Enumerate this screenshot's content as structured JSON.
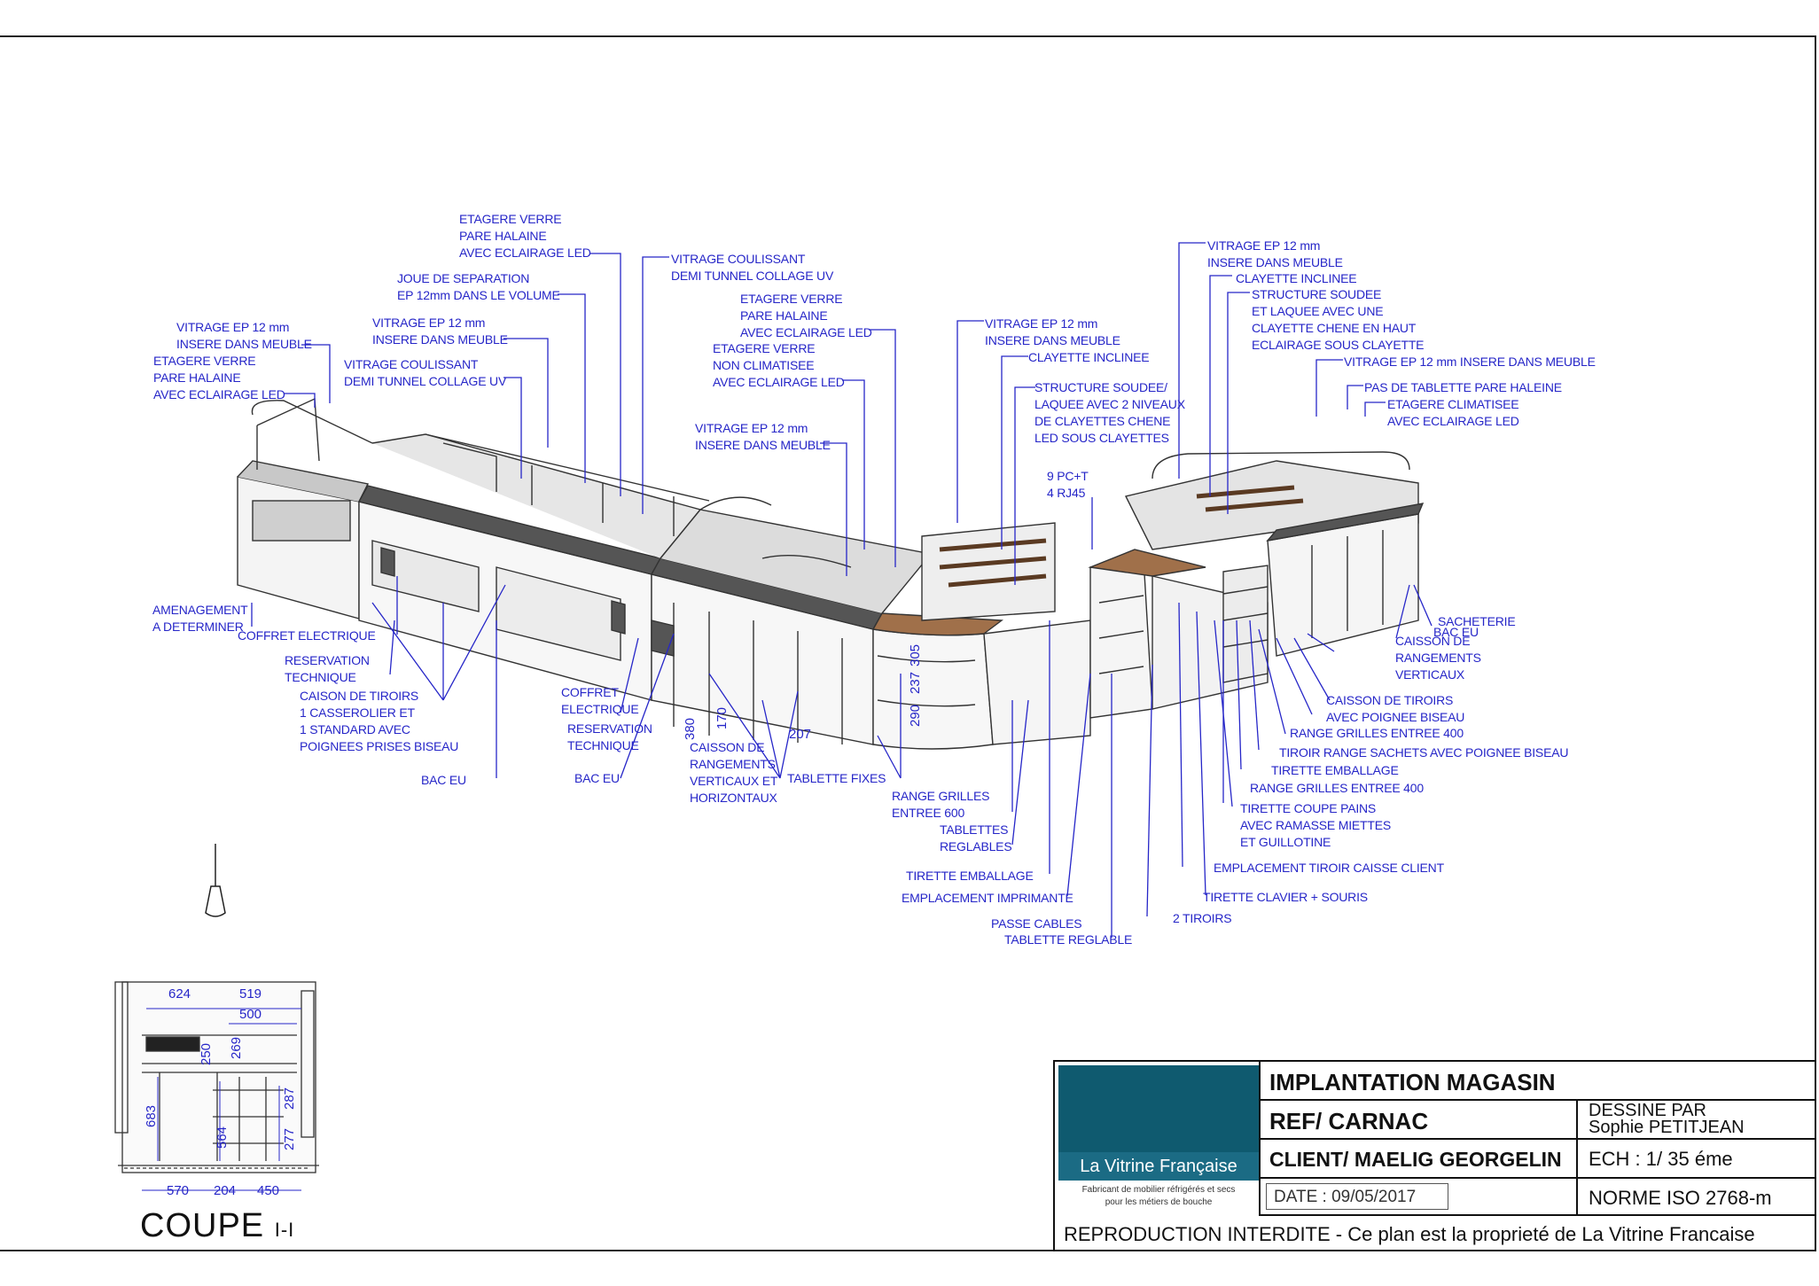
{
  "labels": {
    "l1": "VITRAGE EP 12 mm\nINSERE DANS MEUBLE",
    "l2": "ETAGERE VERRE\nPARE HALAINE\nAVEC ECLAIRAGE LED",
    "l3": "ETAGERE VERRE\nPARE HALAINE\nAVEC ECLAIRAGE LED",
    "l4": "JOUE DE SEPARATION\nEP 12mm DANS LE VOLUME",
    "l5": "VITRAGE EP 12 mm\nINSERE DANS MEUBLE",
    "l6": "VITRAGE COULISSANT\nDEMI TUNNEL COLLAGE UV",
    "l7": "VITRAGE COULISSANT\nDEMI TUNNEL COLLAGE UV",
    "l8": "ETAGERE VERRE\nPARE HALAINE\nAVEC ECLAIRAGE LED",
    "l9": "ETAGERE VERRE\nNON CLIMATISEE\nAVEC ECLAIRAGE LED",
    "l10": "VITRAGE EP 12 mm\nINSERE DANS MEUBLE",
    "l11": "VITRAGE EP 12 mm\nINSERE DANS MEUBLE",
    "l12": "CLAYETTE INCLINEE",
    "l13": "STRUCTURE SOUDEE/\nLAQUEE AVEC 2 NIVEAUX\nDE CLAYETTES CHENE\nLED SOUS CLAYETTES",
    "l14": "9 PC+T\n4 RJ45",
    "l15": "VITRAGE EP 12 mm\nINSERE DANS MEUBLE",
    "l16": "CLAYETTE INCLINEE",
    "l17": "STRUCTURE SOUDEE\nET LAQUEE AVEC UNE\nCLAYETTE CHENE EN HAUT\nECLAIRAGE SOUS CLAYETTE",
    "l18": "VITRAGE EP 12 mm INSERE DANS MEUBLE",
    "l19": "PAS DE TABLETTE PARE HALEINE",
    "l20": "ETAGERE CLIMATISEE\nAVEC ECLAIRAGE LED",
    "l21": "AMENAGEMENT\nA DETERMINER",
    "l22": "COFFRET ELECTRIQUE",
    "l23": "RESERVATION\nTECHNIQUE",
    "l24": "CAISON DE TIROIRS\n1 CASSEROLIER ET\n1 STANDARD AVEC\nPOIGNEES PRISES BISEAU",
    "l25": "BAC EU",
    "l26": "COFFRET\nELECTRIQUE",
    "l27": "RESERVATION\nTECHNIQUE",
    "l28": "BAC EU",
    "l29": "CAISSON DE\nRANGEMENTS\nVERTICAUX ET\nHORIZONTAUX",
    "l30": "TABLETTE FIXES",
    "l31": "RANGE GRILLES\nENTREE 600",
    "l32": "TABLETTES\nREGLABLES",
    "l33": "TIRETTE EMBALLAGE",
    "l34": "EMPLACEMENT IMPRIMANTE",
    "l35": "PASSE CABLES",
    "l36": "TABLETTE REGLABLE",
    "l37": "2 TIROIRS",
    "l38": "TIRETTE CLAVIER + SOURIS",
    "l39": "EMPLACEMENT TIROIR CAISSE CLIENT",
    "l40": "TIRETTE COUPE PAINS\nAVEC RAMASSE MIETTES\nET GUILLOTINE",
    "l41": "RANGE GRILLES ENTREE 400",
    "l42": "TIRETTE EMBALLAGE",
    "l43": "TIROIR RANGE SACHETS AVEC POIGNEE BISEAU",
    "l44": "RANGE GRILLES ENTREE 400",
    "l45": "CAISSON DE TIROIRS\nAVEC POIGNEE BISEAU",
    "l46": "SACHETERIE",
    "l47": "BAC EU",
    "l48": "CAISSON DE\nRANGEMENTS\nVERTICAUX"
  },
  "dims": {
    "d380": "380",
    "d170": "170",
    "d207": "207",
    "d305": "305",
    "d237": "237",
    "d290": "290"
  },
  "coupe": {
    "title": "COUPE",
    "suffix": "I-I",
    "d624": "624",
    "d519": "519",
    "d500": "500",
    "d250": "250",
    "d269": "269",
    "d683": "683",
    "d564": "564",
    "d287": "287",
    "d277": "277",
    "d570": "570",
    "d204": "204",
    "d450": "450"
  },
  "titleblock": {
    "logo_band": "La Vitrine Française",
    "logo_sub": "Fabricant de mobilier réfrigérés et secs\npour les métiers de bouche",
    "title": "IMPLANTATION MAGASIN",
    "ref": "REF/ CARNAC",
    "client": "CLIENT/ MAELIG GEORGELIN",
    "date": "DATE :  09/05/2017",
    "dessine_par": "DESSINE PAR",
    "author": "Sophie PETITJEAN",
    "ech": "ECH : 1/  35   éme",
    "norme": "NORME ISO 2768-m",
    "footer": "REPRODUCTION INTERDITE  -  Ce plan est la proprieté de La Vitrine Francaise"
  }
}
